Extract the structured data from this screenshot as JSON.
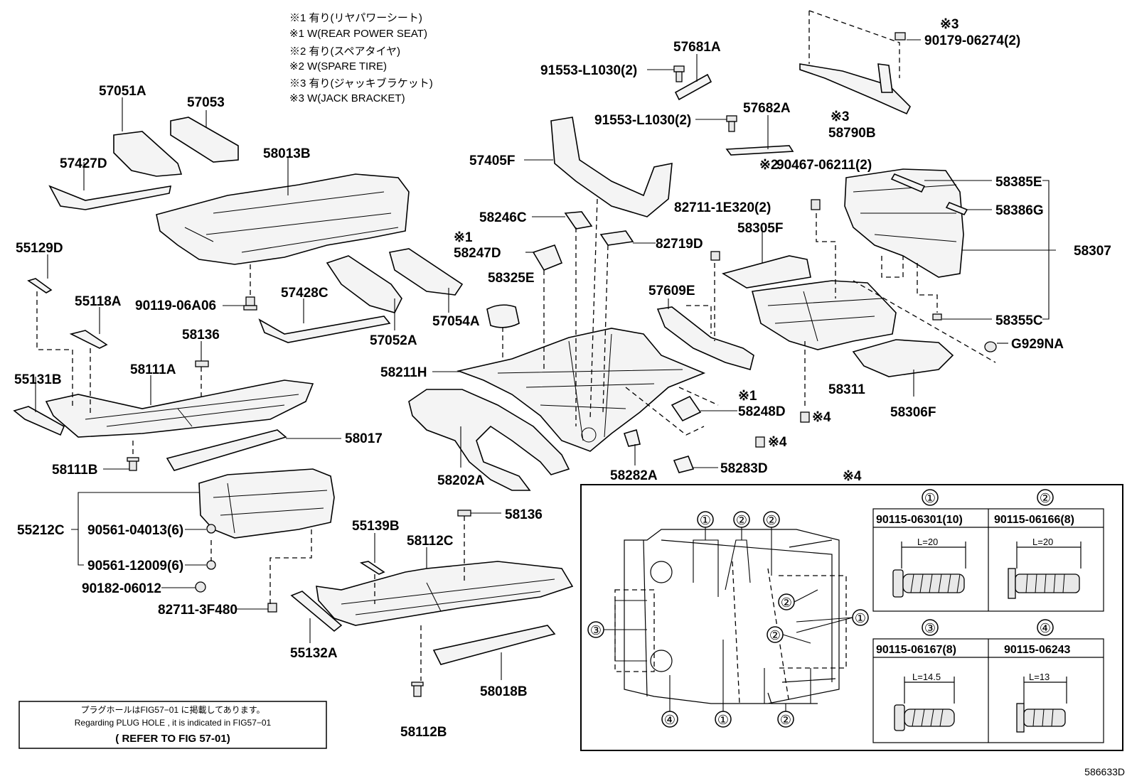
{
  "notes": {
    "n1_jp": "※1 有り(リヤパワーシート)",
    "n1_en": "※1 W(REAR POWER SEAT)",
    "n2_jp": "※2 有り(スペアタイヤ)",
    "n2_en": "※2 W(SPARE TIRE)",
    "n3_jp": "※3 有り(ジャッキブラケット)",
    "n3_en": "※3 W(JACK BRACKET)"
  },
  "parts": {
    "p57051A": "57051A",
    "p57053": "57053",
    "p57427D": "57427D",
    "p58013B": "58013B",
    "p55129D": "55129D",
    "p55118A": "55118A",
    "p90119": "90119-06A06",
    "p57428C": "57428C",
    "p57052A": "57052A",
    "p57054A": "57054A",
    "p58136a": "58136",
    "p55131B": "55131B",
    "p58111A": "58111A",
    "p58017": "58017",
    "p58111B": "58111B",
    "p55212C": "55212C",
    "p90561a": "90561-04013(6)",
    "p90561b": "90561-12009(6)",
    "p90182": "90182-06012",
    "p82711b": "82711-3F480",
    "p55132A": "55132A",
    "p55139B": "55139B",
    "p58112C": "58112C",
    "p58136b": "58136",
    "p58018B": "58018B",
    "p58112B": "58112B",
    "p91553a": "91553-L1030(2)",
    "p91553b": "91553-L1030(2)",
    "p57681A": "57681A",
    "p57682A": "57682A",
    "p57405F": "57405F",
    "p58246C": "58246C",
    "p58247D": "58247D",
    "p82719D": "82719D",
    "p58325E": "58325E",
    "p58211H": "58211H",
    "p58202A": "58202A",
    "p58248D": "58248D",
    "p58282A": "58282A",
    "p58283D": "58283D",
    "p82711a": "82711-1E320(2)",
    "p58305F": "58305F",
    "p57609E": "57609E",
    "p90467": "90467-06211(2)",
    "p90179": "90179-06274(2)",
    "p58790B": "58790B",
    "p58385E": "58385E",
    "p58386G": "58386G",
    "p58307": "58307",
    "p58355C": "58355C",
    "pG929NA": "G929NA",
    "p58311": "58311",
    "p58306F": "58306F"
  },
  "marks": {
    "m1": "※1",
    "m1b": "※1",
    "m2": "※2",
    "m3a": "※3",
    "m3b": "※3",
    "m4a": "※4",
    "m4b": "※4",
    "m4c": "※4"
  },
  "detail": {
    "c1": "①",
    "c2": "②",
    "c3": "③",
    "c4": "④",
    "bolt1": "90115-06301(10)",
    "bolt2": "90115-06166(8)",
    "bolt3": "90115-06167(8)",
    "bolt4": "90115-06243",
    "len1": "L=20",
    "len2": "L=20",
    "len3": "L=14.5",
    "len4": "L=13"
  },
  "refbox": {
    "line_jp": "プラグホールはFIG57−01 に掲載してあります。",
    "line_en": "Regarding  PLUG HOLE , it is indicated  in FIG57−01",
    "line_ref": "( REFER  TO  FIG  57-01)"
  },
  "figure_id": "586633D"
}
